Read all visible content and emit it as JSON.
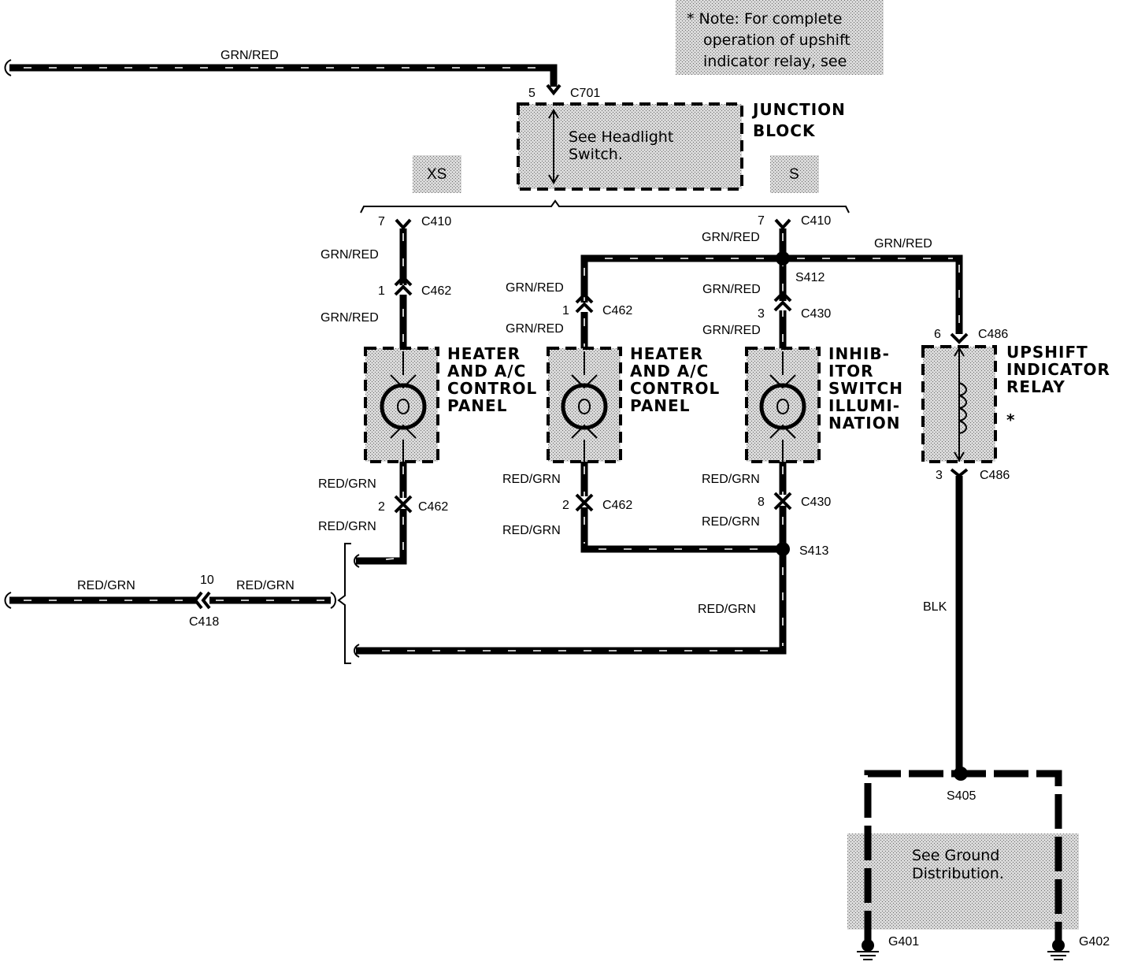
{
  "note": {
    "line1": "* Note: For complete",
    "line2": "operation of upshift",
    "line3": "indicator relay, see"
  },
  "junction_block": {
    "line1": "JUNCTION",
    "line2": "BLOCK",
    "see1": "See Headlight",
    "see2": "Switch.",
    "pin": "5",
    "connector": "C701"
  },
  "variants": {
    "left": "XS",
    "right": "S"
  },
  "wire_labels": {
    "grn_red": "GRN/RED",
    "red_grn": "RED/GRN",
    "blk": "BLK"
  },
  "components": {
    "heater1": [
      "HEATER",
      "AND A/C",
      "CONTROL",
      "PANEL"
    ],
    "heater2": [
      "HEATER",
      "AND A/C",
      "CONTROL",
      "PANEL"
    ],
    "inhibitor": [
      "INHIB-",
      "ITOR",
      "SWITCH",
      "ILLUMI-",
      "NATION"
    ],
    "relay": [
      "UPSHIFT",
      "INDICATOR",
      "RELAY"
    ],
    "relay_mark": "*"
  },
  "connectors": {
    "c410": "C410",
    "c462": "C462",
    "c430": "C430",
    "c486": "C486",
    "c418": "C418"
  },
  "pins": {
    "p7a": "7",
    "p1a": "1",
    "p2a": "2",
    "p1b": "1",
    "p2b": "2",
    "p7c": "7",
    "p3c": "3",
    "p8c": "8",
    "p6r": "6",
    "p3r": "3",
    "p10": "10"
  },
  "splices": {
    "s412": "S412",
    "s413": "S413",
    "s405": "S405"
  },
  "ground": {
    "see1": "See Ground",
    "see2": "Distribution.",
    "g401": "G401",
    "g402": "G402"
  }
}
